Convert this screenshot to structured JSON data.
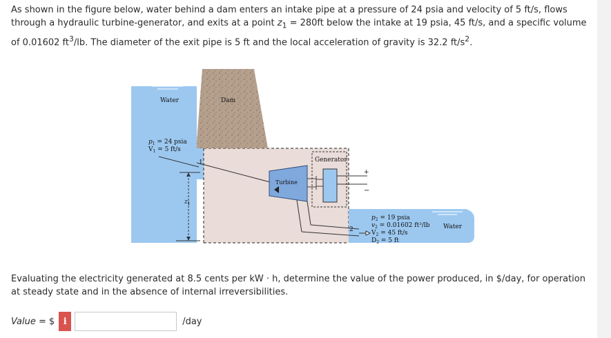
{
  "problem": {
    "text_1": "As shown in the figure below, water behind a dam enters an intake pipe at a pressure of 24 psia and velocity of 5 ft/s, flows through a hydraulic turbine-generator, and exits at a point ",
    "z1_label": "z",
    "z1_sub": "1",
    "text_2": " = 280ft below the intake at 19 psia, 45 ft/s, and a specific volume of 0.01602 ft",
    "ft_sup": "3",
    "text_3": "/lb. The diameter of the exit pipe is 5 ft and the local acceleration of gravity is 32.2 ft/s",
    "s_sup": "2",
    "text_4": "."
  },
  "figure": {
    "water_left": "Water",
    "dam": "Dam",
    "inlet_p": "p",
    "inlet_p_sub": "1",
    "inlet_p_val": " = 24 psia",
    "inlet_v": "V",
    "inlet_v_sub": "1",
    "inlet_v_val": " = 5 ft/s",
    "point_1": "1",
    "z_label": "z",
    "z_sub": "1",
    "turbine": "Turbine",
    "generator": "Generator",
    "plus": "+",
    "minus": "−",
    "point_2": "2",
    "exit_p2": "p",
    "exit_p2_sub": "2",
    "exit_p2_val": " = 19 psia",
    "exit_v2": "v",
    "exit_v2_sub": "2",
    "exit_v2_val": " = 0.01602 ft³/lb",
    "exit_V2": "V",
    "exit_V2_sub": "2",
    "exit_V2_val": " = 45 ft/s",
    "exit_D2": "D",
    "exit_D2_sub": "2",
    "exit_D2_val": " = 5 ft",
    "water_right": "Water"
  },
  "question": {
    "text": "Evaluating the electricity generated at 8.5 cents per kW · h, determine the value of the power produced, in $/day, for operation at steady state and in the absence of internal irreversibilities."
  },
  "answer": {
    "label": "Value =",
    "currency": "$",
    "info_icon_glyph": "i",
    "value": "",
    "unit": "/day"
  },
  "colors": {
    "water": "#9cc8f0",
    "dam": "#b5a08e",
    "plant": "#eadcd8",
    "info": "#d9534f"
  }
}
